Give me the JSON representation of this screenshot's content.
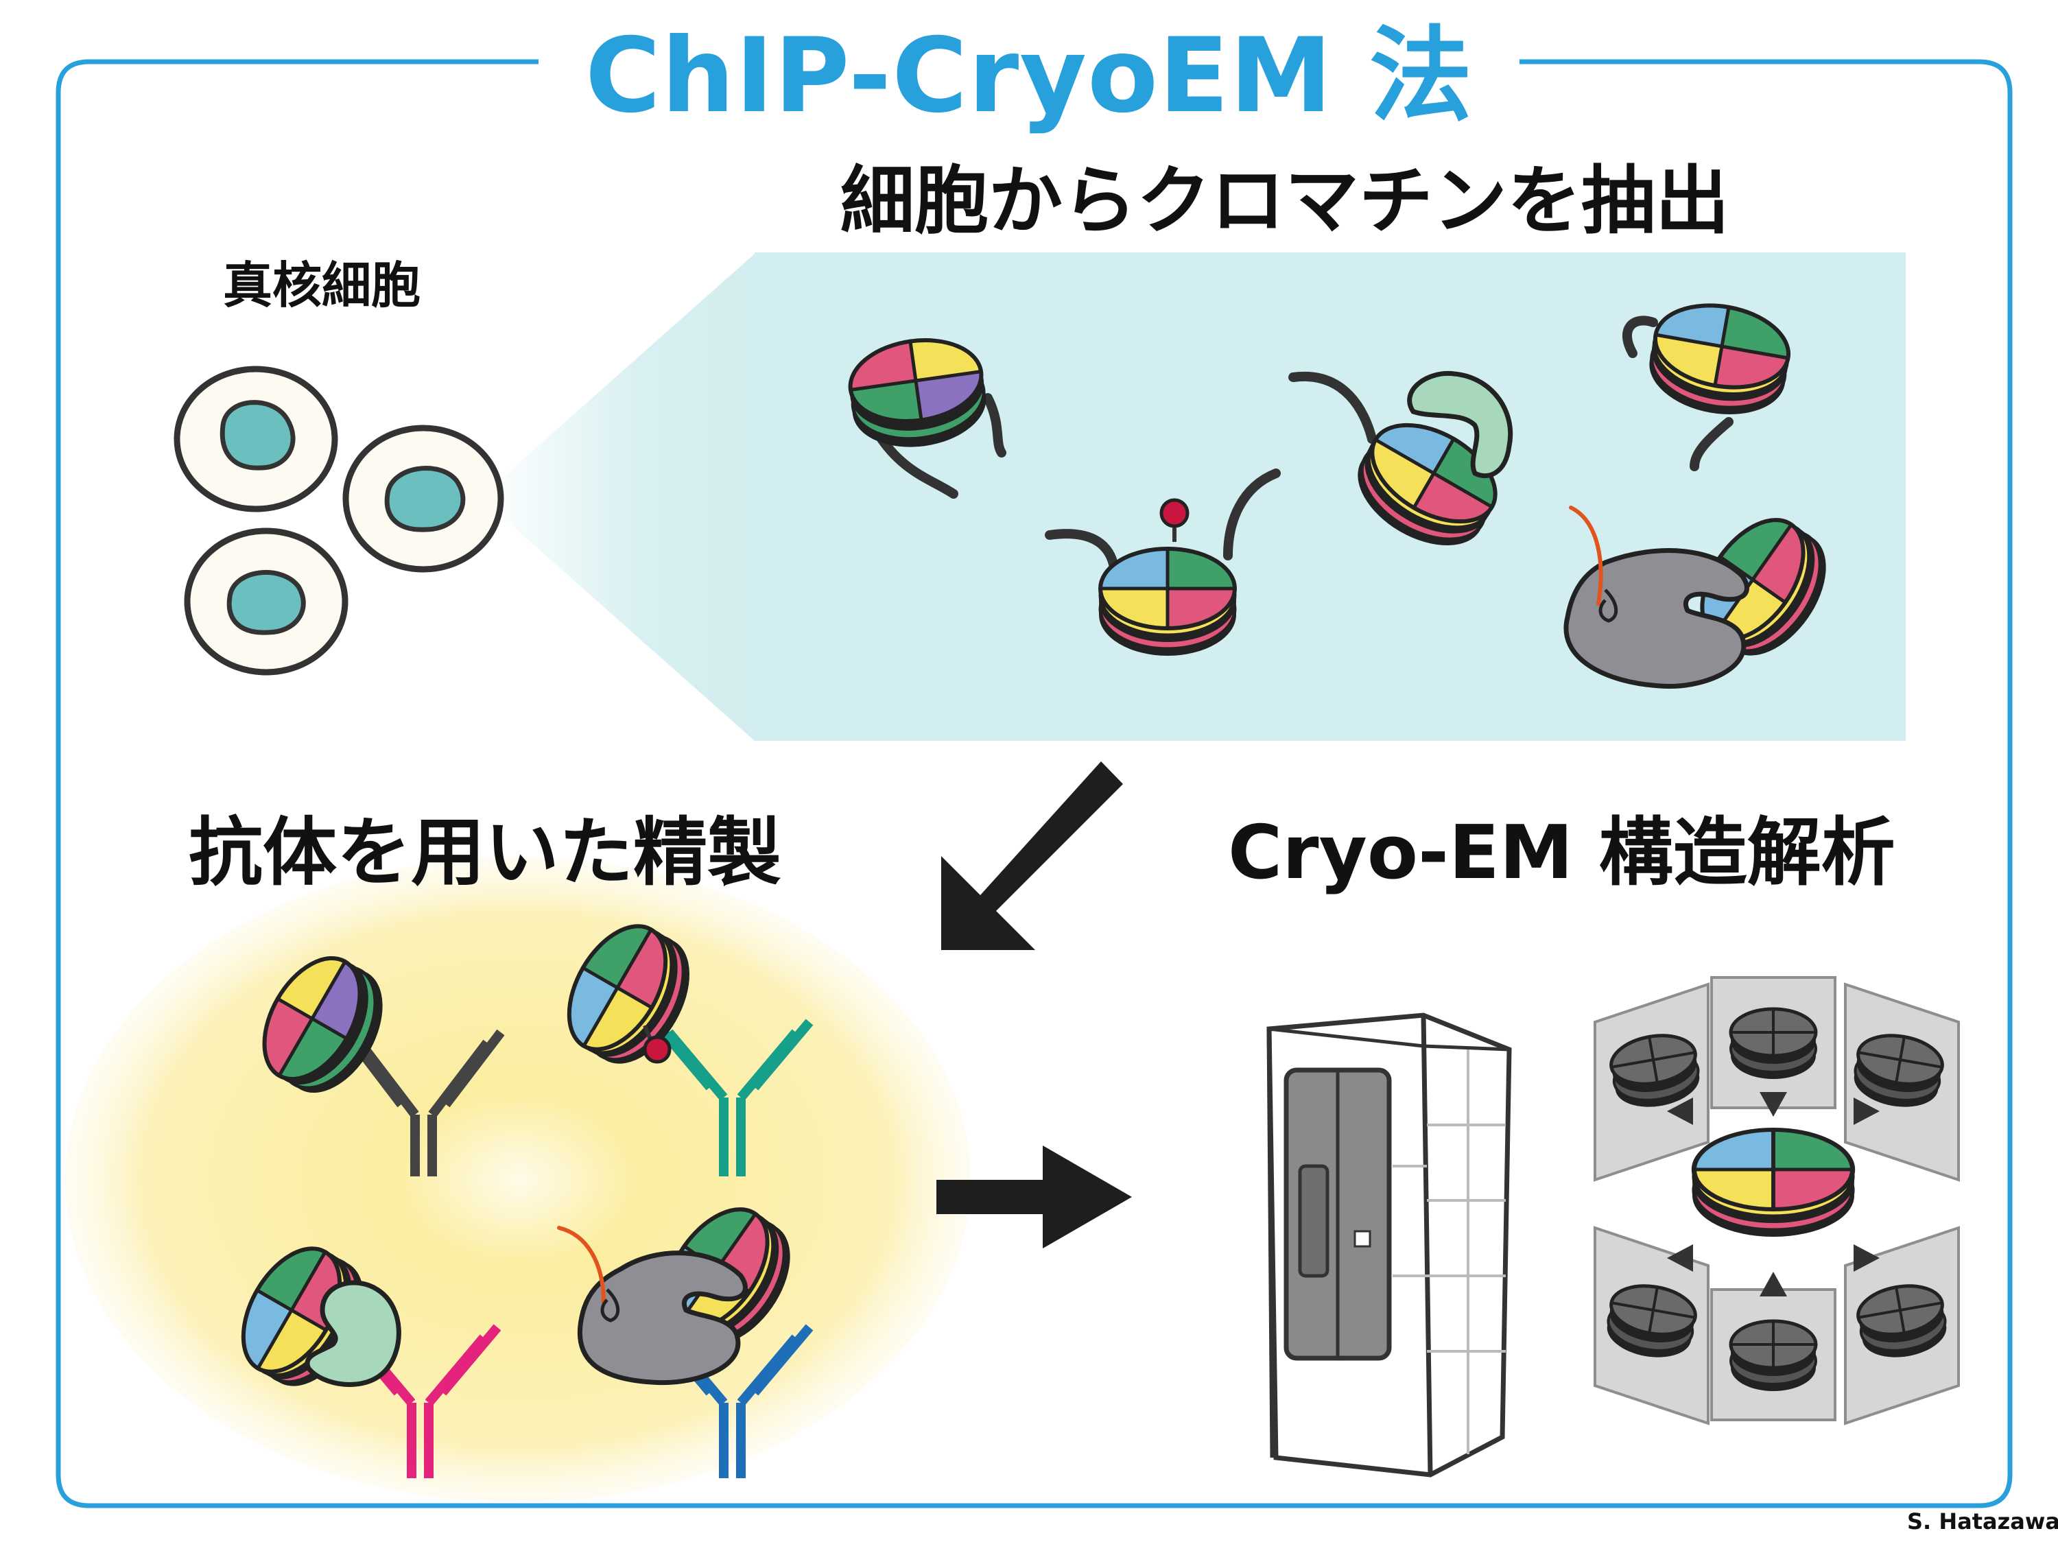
{
  "title": "ChIP-CryoEM 法",
  "steps": {
    "extract": "細胞からクロマチンを抽出",
    "purify": "抗体を用いた精製",
    "analysis": "Cryo-EM 構造解析"
  },
  "cells_label": "真核細胞",
  "credit": "S. Hatazawa",
  "colors": {
    "frame": "#27a0dc",
    "chromatin_bg": "#d3eef0",
    "glow": "#fbeea0",
    "nucleus": "#6bbfbf",
    "antibody_dark": "#444444",
    "antibody_teal": "#16a08a",
    "antibody_pink": "#e4237d",
    "antibody_blue": "#1f6fb8",
    "histone_pink": "#e0567d",
    "histone_yellow": "#f5e05a",
    "histone_green": "#3fa06a",
    "histone_blue": "#7ab9e0",
    "histone_purple": "#8a72c0",
    "modification_red": "#c8163e",
    "remodeler_gray": "#8e8e94",
    "reader_green": "#a7d8bb"
  }
}
